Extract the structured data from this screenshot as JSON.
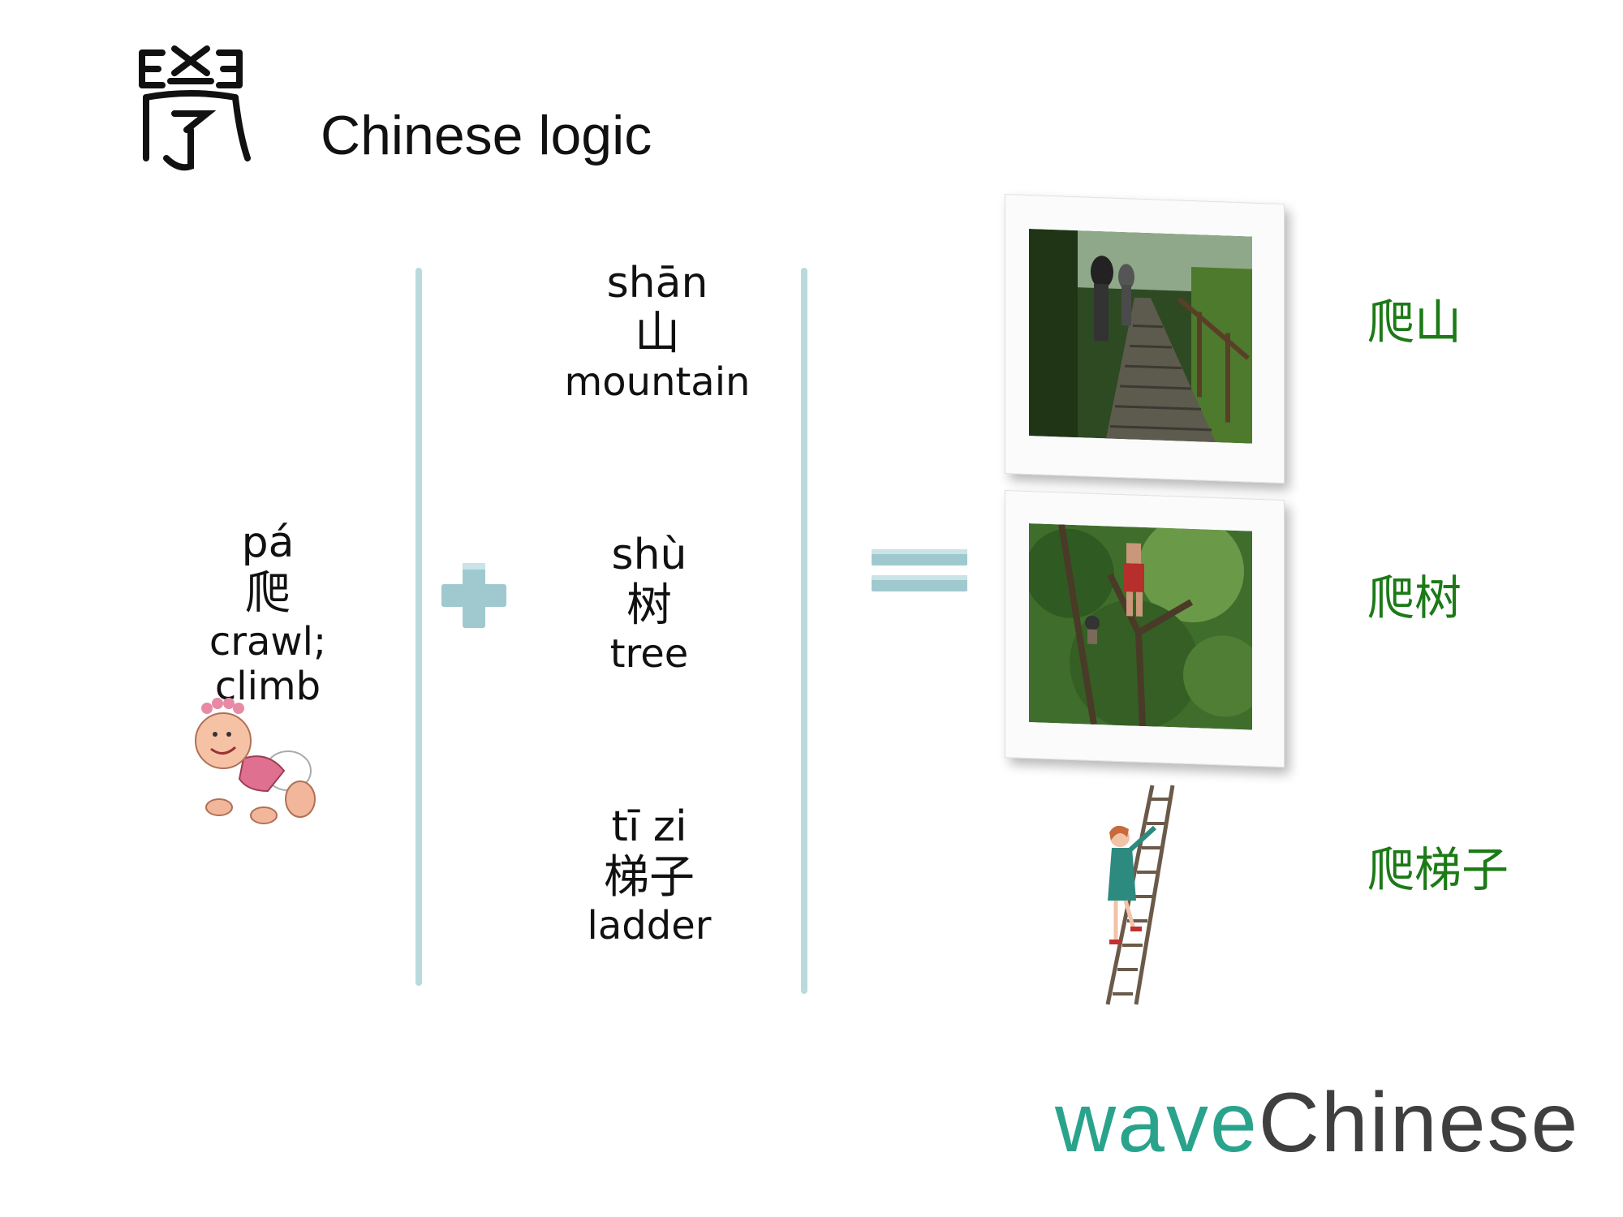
{
  "title": "Chinese logic",
  "base": {
    "pinyin": "pá",
    "hanzi": "爬",
    "english": "crawl; climb"
  },
  "objects": [
    {
      "pinyin": "shān",
      "hanzi": "山",
      "english": "mountain"
    },
    {
      "pinyin": "shù",
      "hanzi": "树",
      "english": "tree"
    },
    {
      "pinyin": "tī zi",
      "hanzi": "梯子",
      "english": "ladder"
    }
  ],
  "results": [
    "爬山",
    "爬树",
    "爬梯子"
  ],
  "brand": {
    "part1": "wave",
    "part2": "Chinese"
  },
  "colors": {
    "accent_green": "#1c7a17",
    "divider": "#b9dadd",
    "brand_teal": "#2aa38c",
    "brand_gray": "#3f3f3f"
  },
  "icons": {
    "seal": "seal-script-xue-icon",
    "plus": "plus-icon",
    "equals": "equals-icon",
    "baby": "crawling-baby-icon",
    "ladder": "ladder-climber-icon"
  }
}
